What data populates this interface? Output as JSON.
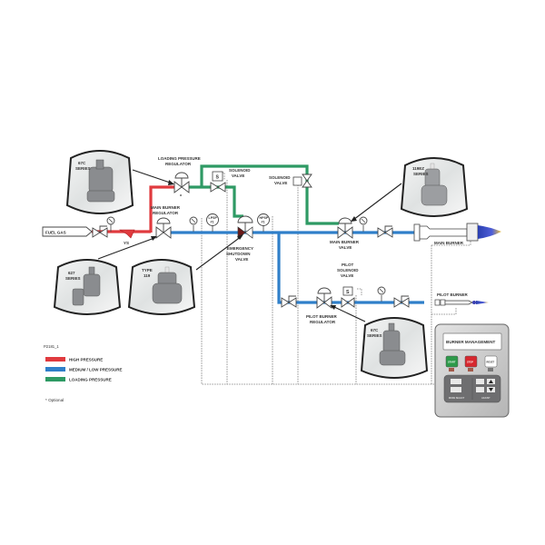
{
  "diagram": {
    "figure_id": "P2181_1",
    "inlet_label": "FUEL GAS",
    "strainer_label": "YS",
    "optional_note": "* Optional",
    "optional_mark": "*",
    "components": {
      "loading_regulator": [
        "LOADING PRESSURE",
        "REGULATOR"
      ],
      "main_burner_regulator": [
        "MAIN BURNER",
        "REGULATOR"
      ],
      "solenoid_valve_1": [
        "SOLENOID",
        "VALVE"
      ],
      "solenoid_valve_2": [
        "SOLENOID",
        "VALVE"
      ],
      "emergency_shutdown_valve": [
        "EMERGENCY",
        "SHUTDOWN",
        "VALVE"
      ],
      "main_burner_valve": [
        "MAIN BURNER",
        "VALVE"
      ],
      "pilot_solenoid_valve": [
        "PILOT",
        "SOLENOID",
        "VALVE"
      ],
      "pilot_burner_regulator": [
        "PILOT BURNER",
        "REGULATOR"
      ],
      "main_burner": "MAIN BURNER",
      "pilot_burner": "PILOT BURNER",
      "lpsp": [
        "LPSP",
        "#1"
      ],
      "hpsp": [
        "HPSP",
        "#1"
      ],
      "solenoid_symbol": "S"
    },
    "callouts": {
      "c67c_top": [
        "67C",
        "SERIES"
      ],
      "c627": [
        "627",
        "SERIES"
      ],
      "type119": [
        "TYPE",
        "119"
      ],
      "c119ez": [
        "119EZ",
        "SERIES"
      ],
      "c67c_bottom": [
        "67C",
        "SERIES"
      ]
    },
    "legend": [
      {
        "label": "HIGH PRESSURE",
        "color": "#e03a3e"
      },
      {
        "label": "MEDIUM / LOW PRESSURE",
        "color": "#2f7fc9"
      },
      {
        "label": "LOADING PRESSURE",
        "color": "#2e9a64"
      }
    ],
    "burner_management": {
      "title": "BURNER MANAGEMENT",
      "buttons": [
        {
          "label": "START",
          "color": "#2e9a4a"
        },
        {
          "label": "STOP",
          "color": "#d7282f"
        },
        {
          "label": "RESET",
          "color": "#ffffff"
        }
      ],
      "keypad_left_label": "MODE SELECT",
      "keypad_right_label": "ADJUST"
    }
  }
}
